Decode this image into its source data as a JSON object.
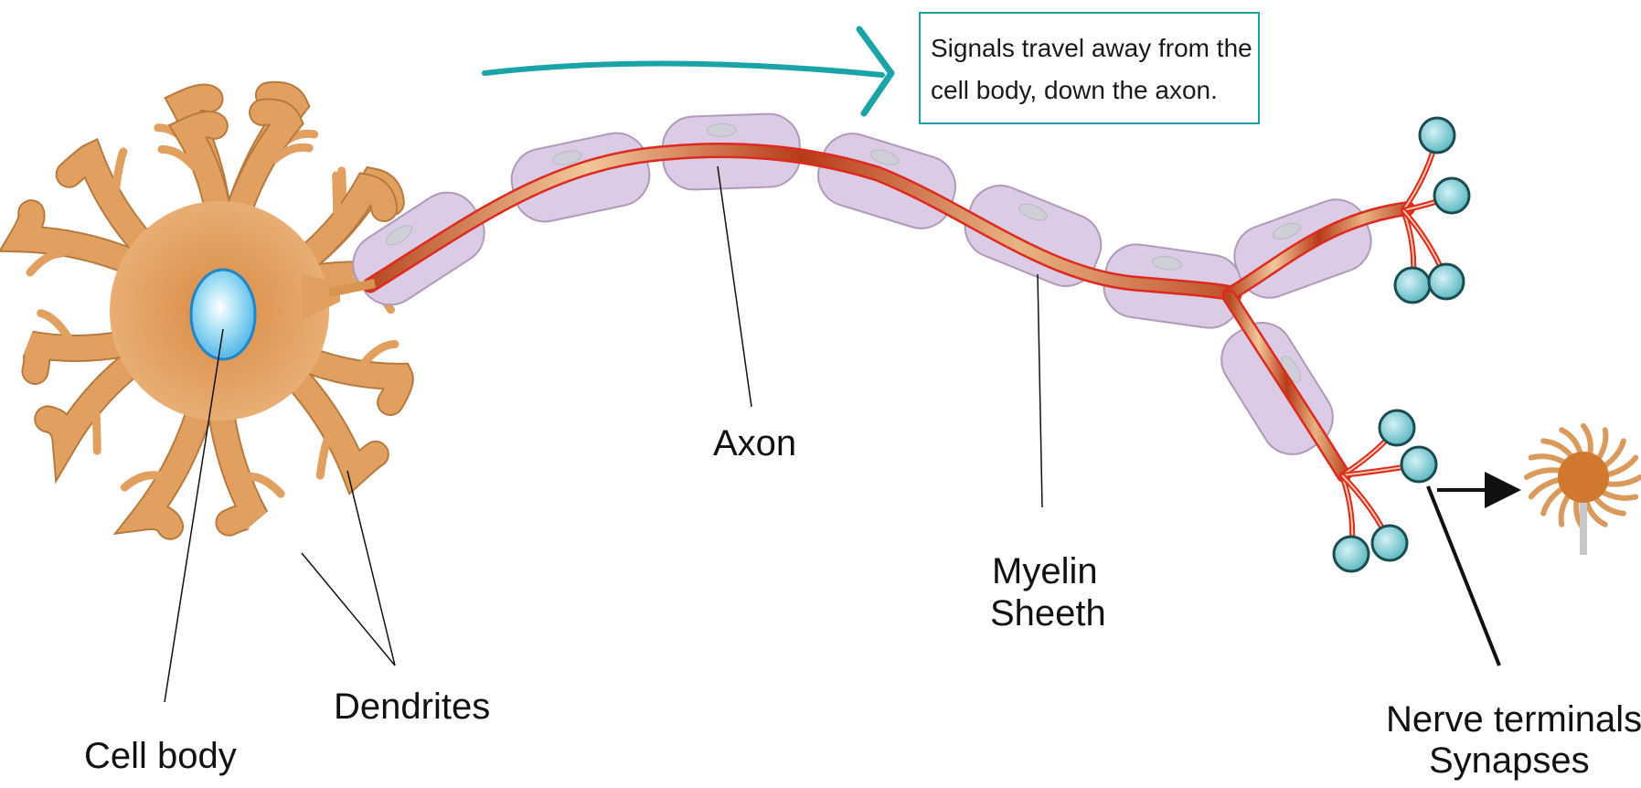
{
  "note": {
    "line1": "Signals travel away from the",
    "line2": "cell body, down the axon."
  },
  "labels": {
    "axon": "Axon",
    "myelin_line1": "Myelin",
    "myelin_line2": "Sheeth",
    "dendrites": "Dendrites",
    "cell_body": "Cell body",
    "terminals_line1": "Nerve terminals",
    "terminals_line2": "Synapses"
  },
  "colors": {
    "teal": "#1aa3a8",
    "dendrite": "#e2a060",
    "dendrite_edge": "#b77a3e",
    "nucleus": "#7fd0ef",
    "nucleus_edge": "#1f86c7",
    "myelin": "#dccbe4",
    "myelin_edge": "#b09ab8",
    "axon": "#c0502a",
    "axon_edge": "#dd2a1e",
    "terminal": "#7ccbd3",
    "terminal_edge": "#1b4c52"
  },
  "icons": [
    "signal-direction-arrow-icon",
    "neuron-icon",
    "output-arrow-icon"
  ]
}
